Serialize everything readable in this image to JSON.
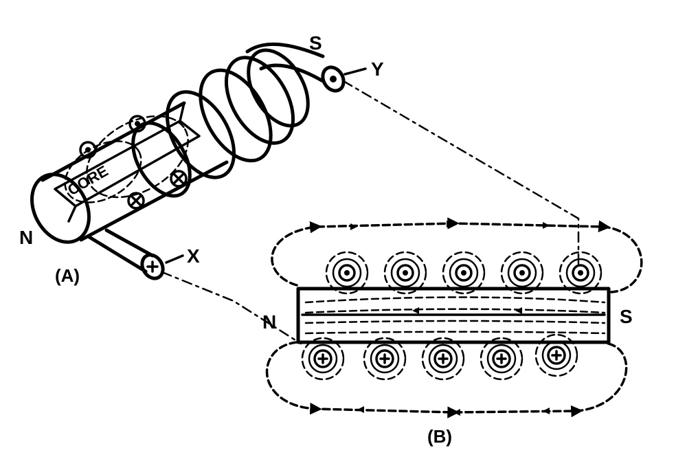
{
  "figure": {
    "view_a": {
      "caption": "(A)",
      "core_label": "CORE",
      "pole_left": "N",
      "pole_right": "S",
      "lead_x": "X",
      "lead_y": "Y"
    },
    "view_b": {
      "caption": "(B)",
      "pole_left": "N",
      "pole_right": "S"
    },
    "colors": {
      "ink": "#000000",
      "paper": "#ffffff"
    },
    "symbols": {
      "current_out_of_page": "dot-in-circle",
      "current_into_page": "plus/cross-in-circle"
    }
  }
}
